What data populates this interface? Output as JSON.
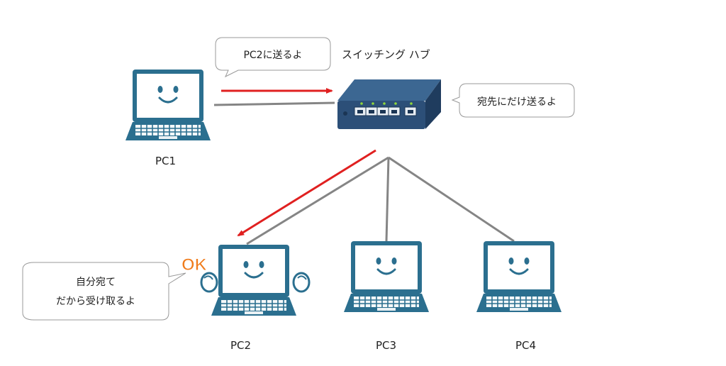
{
  "hub_label": "スイッチング ハブ",
  "bubbles": {
    "send": "PC2に送るよ",
    "dest": "宛先にだけ送るよ",
    "receive_line1": "自分宛て",
    "receive_line2": "だから受け取るよ"
  },
  "ok_text": "OK",
  "pcs": [
    {
      "label": "PC1"
    },
    {
      "label": "PC2"
    },
    {
      "label": "PC3"
    },
    {
      "label": "PC4"
    }
  ],
  "colors": {
    "laptop_body": "#2b6f8f",
    "laptop_screen": "#ffffff",
    "hub_body": "#2c4f78",
    "hub_led": "#8ed63a",
    "arrow_red": "#e02020",
    "line_gray": "#858585",
    "ok_orange": "#f07c1c"
  },
  "icons": {
    "laptop": "laptop-smiley-icon",
    "hub": "switching-hub-icon"
  }
}
